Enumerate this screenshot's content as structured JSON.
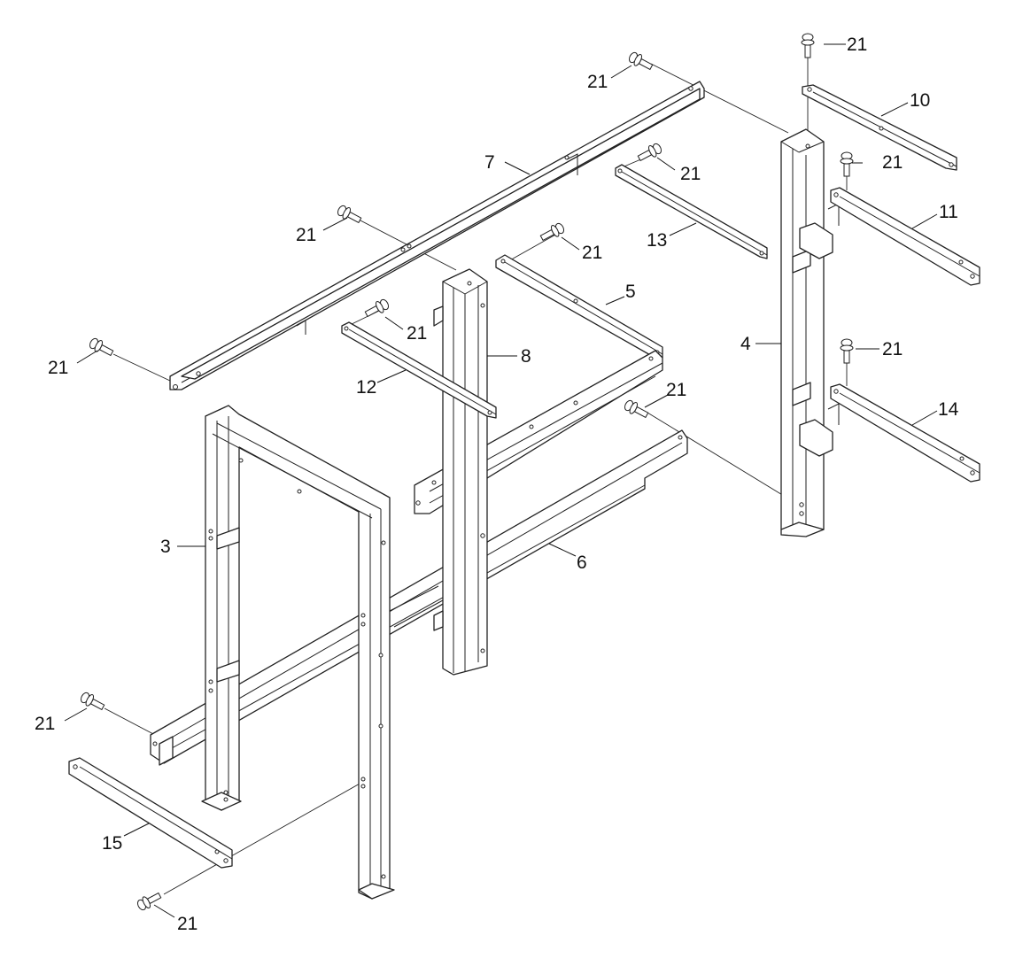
{
  "callouts": {
    "c3": "3",
    "c4": "4",
    "c5": "5",
    "c6": "6",
    "c7": "7",
    "c8": "8",
    "c10": "10",
    "c11": "11",
    "c12": "12",
    "c13": "13",
    "c14": "14",
    "c15": "15",
    "bolt_label": "21"
  },
  "icons": {
    "bolt": "bolt-with-washer-icon"
  }
}
